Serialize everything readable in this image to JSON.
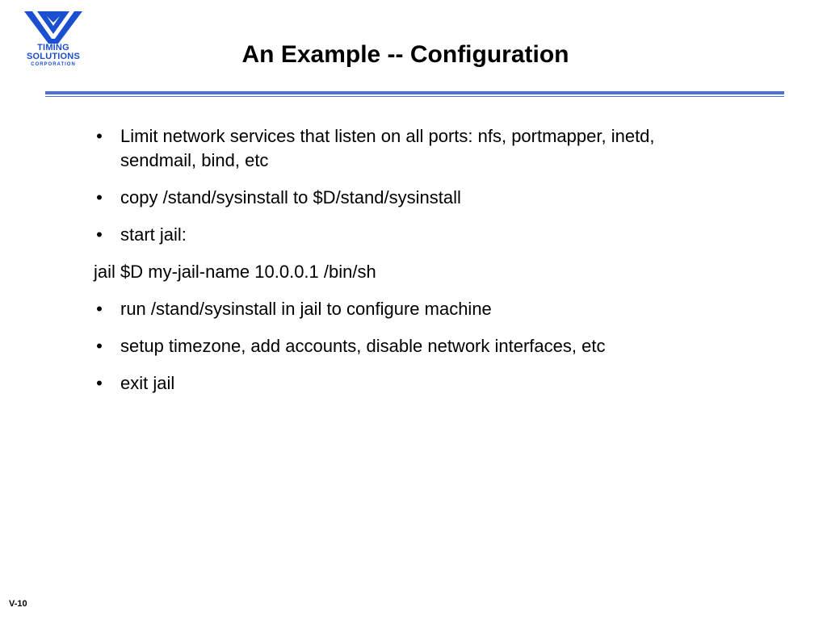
{
  "logo": {
    "line1": "TIMING",
    "line2": "SOLUTIONS",
    "line3": "CORPORATION",
    "color": "#1a4fcf"
  },
  "title": "An Example -- Configuration",
  "rule_color": "#4d6fd9",
  "bullet_glyph": "•",
  "items": [
    {
      "type": "bullet",
      "text": "Limit network services that listen on all ports: nfs, portmapper, inetd, sendmail, bind, etc"
    },
    {
      "type": "bullet",
      "text": "copy /stand/sysinstall to $D/stand/sysinstall"
    },
    {
      "type": "bullet",
      "text": "start jail:"
    },
    {
      "type": "plain",
      "text": "jail $D my-jail-name 10.0.0.1 /bin/sh"
    },
    {
      "type": "bullet",
      "text": "run /stand/sysinstall in jail to configure machine"
    },
    {
      "type": "bullet",
      "text": "setup timezone, add accounts, disable network interfaces, etc"
    },
    {
      "type": "bullet",
      "text": "exit jail"
    }
  ],
  "footer": {
    "page_label": "V-10"
  }
}
